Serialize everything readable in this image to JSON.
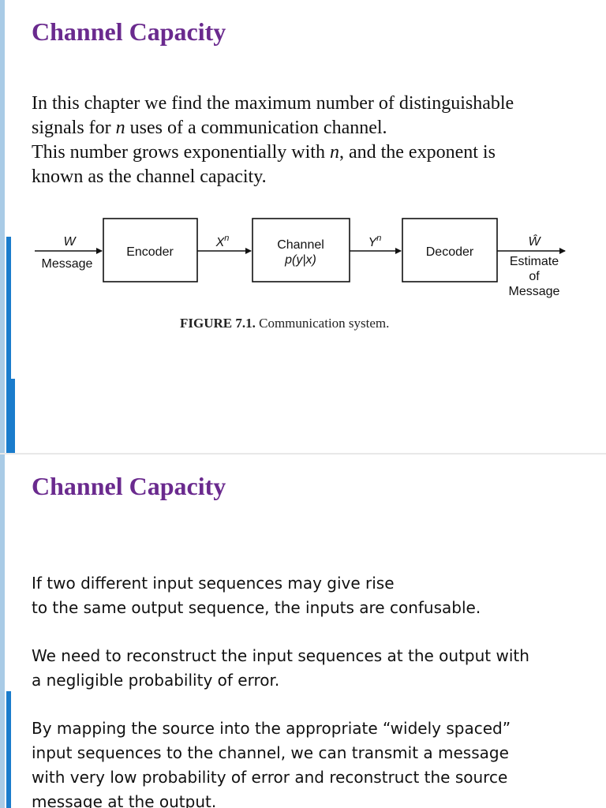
{
  "slide1": {
    "title": "Channel Capacity",
    "intro": {
      "line1": "In this chapter we find the maximum number of distinguishable",
      "line2_pre": "signals for ",
      "n_var": "n",
      "line2_post": " uses of a communication channel.",
      "line3_pre": "This number grows exponentially with ",
      "line3_post": ", and the exponent is",
      "line4": "known as the channel capacity."
    },
    "diagram": {
      "input_symbol": "W",
      "input_label": "Message",
      "encoder_label": "Encoder",
      "encoder_output": "Xn",
      "channel_label": "Channel",
      "channel_law": "p(y|x)",
      "channel_output": "Yn",
      "decoder_label": "Decoder",
      "output_symbol": "Ŵ",
      "output_label_1": "Estimate",
      "output_label_2": "of",
      "output_label_3": "Message"
    },
    "caption": {
      "figure_label": "FIGURE 7.1.",
      "text": "Communication system."
    }
  },
  "slide2": {
    "title": "Channel Capacity",
    "para1": {
      "line1": "If two different input sequences may give rise",
      "line2": "to the same output sequence, the inputs are confusable."
    },
    "para2": {
      "line1": "We need to reconstruct the input sequences at the output with",
      "line2": "a negligible probability of error."
    },
    "para3": {
      "line1": "By mapping the source into the appropriate “widely spaced”",
      "line2": "input sequences to the channel, we can transmit a message",
      "line3": "with very low probability of error and reconstruct the source",
      "line4": "message at the output."
    }
  },
  "colors": {
    "title": "#6a2a8e",
    "accent_bar_light": "#a9cbe6",
    "accent_bar_dark": "#1a7ccc"
  }
}
